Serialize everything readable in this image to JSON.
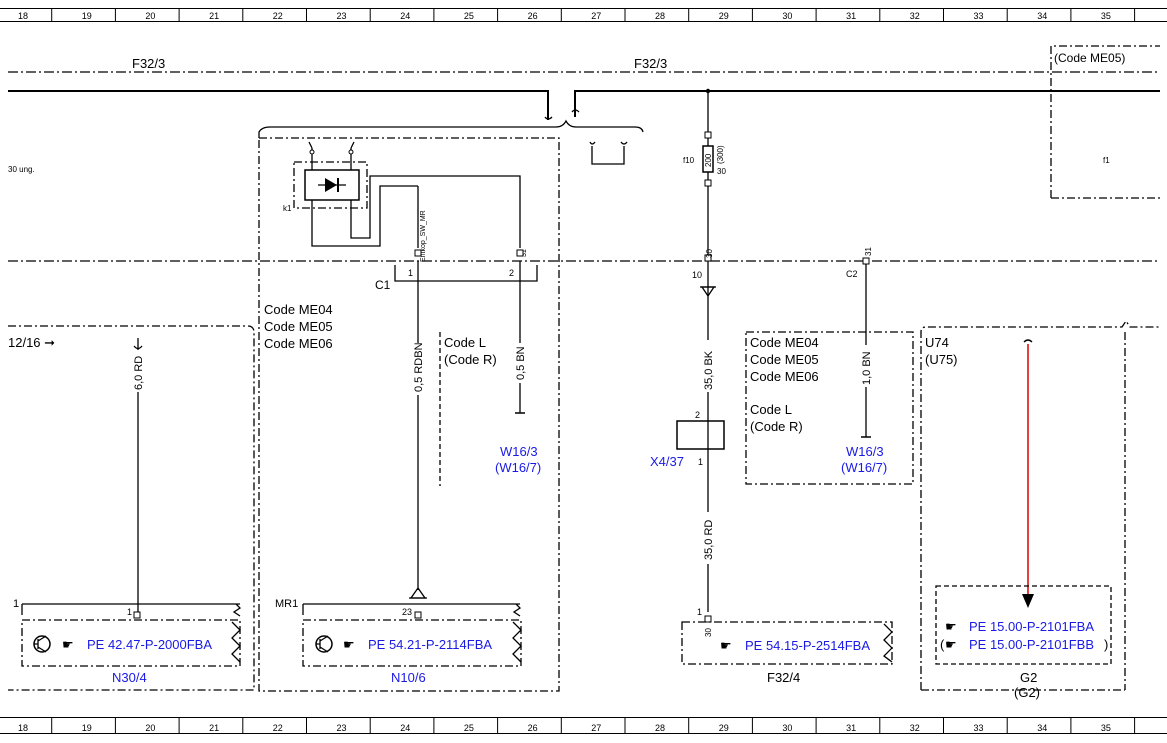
{
  "grid_numbers": [
    "18",
    "19",
    "20",
    "21",
    "22",
    "23",
    "24",
    "25",
    "26",
    "27",
    "28",
    "29",
    "30",
    "31",
    "32",
    "33",
    "34",
    "35"
  ],
  "rails": {
    "left_label": "F32/3",
    "right_label": "F32/3",
    "top_right_code": "(Code ME05)"
  },
  "left_note": "30 ung.",
  "f1_label": "f1",
  "ref_left": "12/16",
  "k1": {
    "label": "k1",
    "ref_wire": "Entkop_SW_MR",
    "pin31": "31",
    "c1_label": "C1",
    "c1_pin1": "1",
    "c1_pin2": "2"
  },
  "codes_a": [
    "Code ME04",
    "Code ME05",
    "Code ME06"
  ],
  "codes_lr": [
    "Code L",
    "(Code R)"
  ],
  "codes_b": [
    "Code ME04",
    "Code ME05",
    "Code ME06"
  ],
  "codes_b_lr": [
    "Code L",
    "(Code R)"
  ],
  "wires": {
    "w1": "6,0 RD",
    "w2": "0,5 RDBN",
    "w3": "0,5 BN",
    "w4": "35,0 BK",
    "w5": "35,0 RD",
    "w6": "1,0 BN"
  },
  "ground_a": [
    "W16/3",
    "(W16/7)"
  ],
  "ground_b": [
    "W16/3",
    "(W16/7)"
  ],
  "fuse": {
    "label": "f10",
    "value": "200",
    "value_alt": "(300)",
    "pin_top_right": "30",
    "pin_bottom": "30",
    "pin_10": "10"
  },
  "connector": {
    "label": "X4/37",
    "pin_top": "2",
    "pin_bottom": "1"
  },
  "c2": {
    "label": "C2",
    "pin": "31"
  },
  "u74": {
    "label": "U74",
    "alt": "(U75)"
  },
  "modules": {
    "n30": {
      "num": "1",
      "pin": "1",
      "ref": "PE 42.47-P-2000FBA",
      "name": "N30/4"
    },
    "n10": {
      "num": "MR1",
      "pin": "23",
      "ref": "PE 54.21-P-2114FBA",
      "name": "N10/6"
    },
    "f32": {
      "pin": "1",
      "pin30": "30",
      "ref": "PE 54.15-P-2514FBA",
      "name": "F32/4"
    },
    "g2": {
      "ref1": "PE 15.00-P-2101FBA",
      "ref2": "PE 15.00-P-2101FBB",
      "open": "(",
      "close": ")",
      "name": "G2",
      "alt": "(G2)"
    }
  },
  "colors": {
    "link": "#1a1ae6",
    "wire_red": "#e00000",
    "ink": "#000000"
  }
}
